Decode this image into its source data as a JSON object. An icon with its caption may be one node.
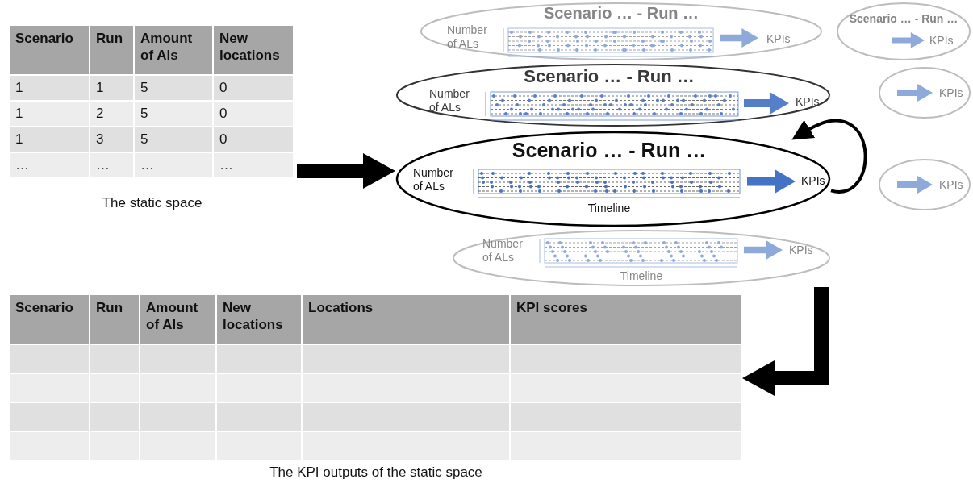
{
  "diagram": {
    "nodes": [
      {
        "text": [
          "Scenario",
          "Run",
          "Amount of Als",
          "New locations",
          "1",
          "1",
          "5",
          "0",
          "1",
          "2",
          "5",
          "0",
          "1",
          "3",
          "5",
          "0",
          "…",
          "…",
          "…",
          "…"
        ],
        "beside": [
          "The static space"
        ]
      },
      {
        "text": [
          "Scenario … - Run …",
          "Number of ALs",
          "KPIs"
        ]
      },
      {
        "text": [
          "Scenario … - Run …",
          "KPIs"
        ]
      },
      {
        "text": [
          "Scenario … - Run …",
          "Number of ALs",
          "KPIs"
        ]
      },
      {
        "text": [
          "KPIs"
        ]
      },
      {
        "text": [
          "Scenario … - Run …",
          "Number of ALs",
          "KPIs",
          "Timeline"
        ]
      },
      {
        "text": [
          "KPIs"
        ]
      },
      {
        "text": [
          "Number of ALs",
          "KPIs",
          "Timeline"
        ]
      },
      {
        "text": [
          "Scenario",
          "Run",
          "Amount of Als",
          "New locations",
          "Locations",
          "KPI scores"
        ],
        "beside": [
          "The KPI outputs of the static space"
        ]
      }
    ],
    "edges": [
      {
        "from": 0,
        "to": 5,
        "arrow": "to"
      },
      {
        "from": 7,
        "to": 8,
        "arrow": "to"
      },
      {
        "from": 5,
        "to": 5,
        "arrow": "to"
      }
    ]
  }
}
